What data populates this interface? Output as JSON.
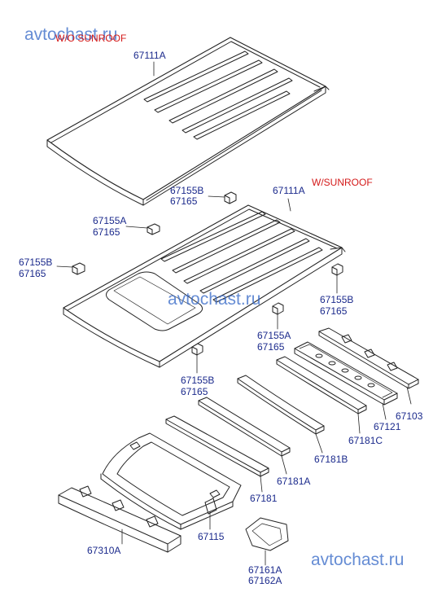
{
  "watermarks": [
    "avtochast.ru",
    "avtochast.ru",
    "avtochast.ru"
  ],
  "headings": {
    "no_sunroof": "W/O SUNROOF",
    "with_sunroof": "W/SUNROOF"
  },
  "parts": {
    "roof_top": "67111A",
    "roof_sun": "67111A",
    "b1_a": "67155B",
    "b1_b": "67165",
    "a1_a": "67155A",
    "a1_b": "67165",
    "b2_a": "67155B",
    "b2_b": "67165",
    "b3_a": "67155B",
    "b3_b": "67165",
    "a2_a": "67155A",
    "a2_b": "67165",
    "b4_a": "67155B",
    "b4_b": "67165",
    "p67103": "67103",
    "p67121": "67121",
    "p67181C": "67181C",
    "p67181B": "67181B",
    "p67181A": "67181A",
    "p67181": "67181",
    "p67115": "67115",
    "p67310A": "67310A",
    "p67161A": "67161A",
    "p67162A": "67162A"
  }
}
